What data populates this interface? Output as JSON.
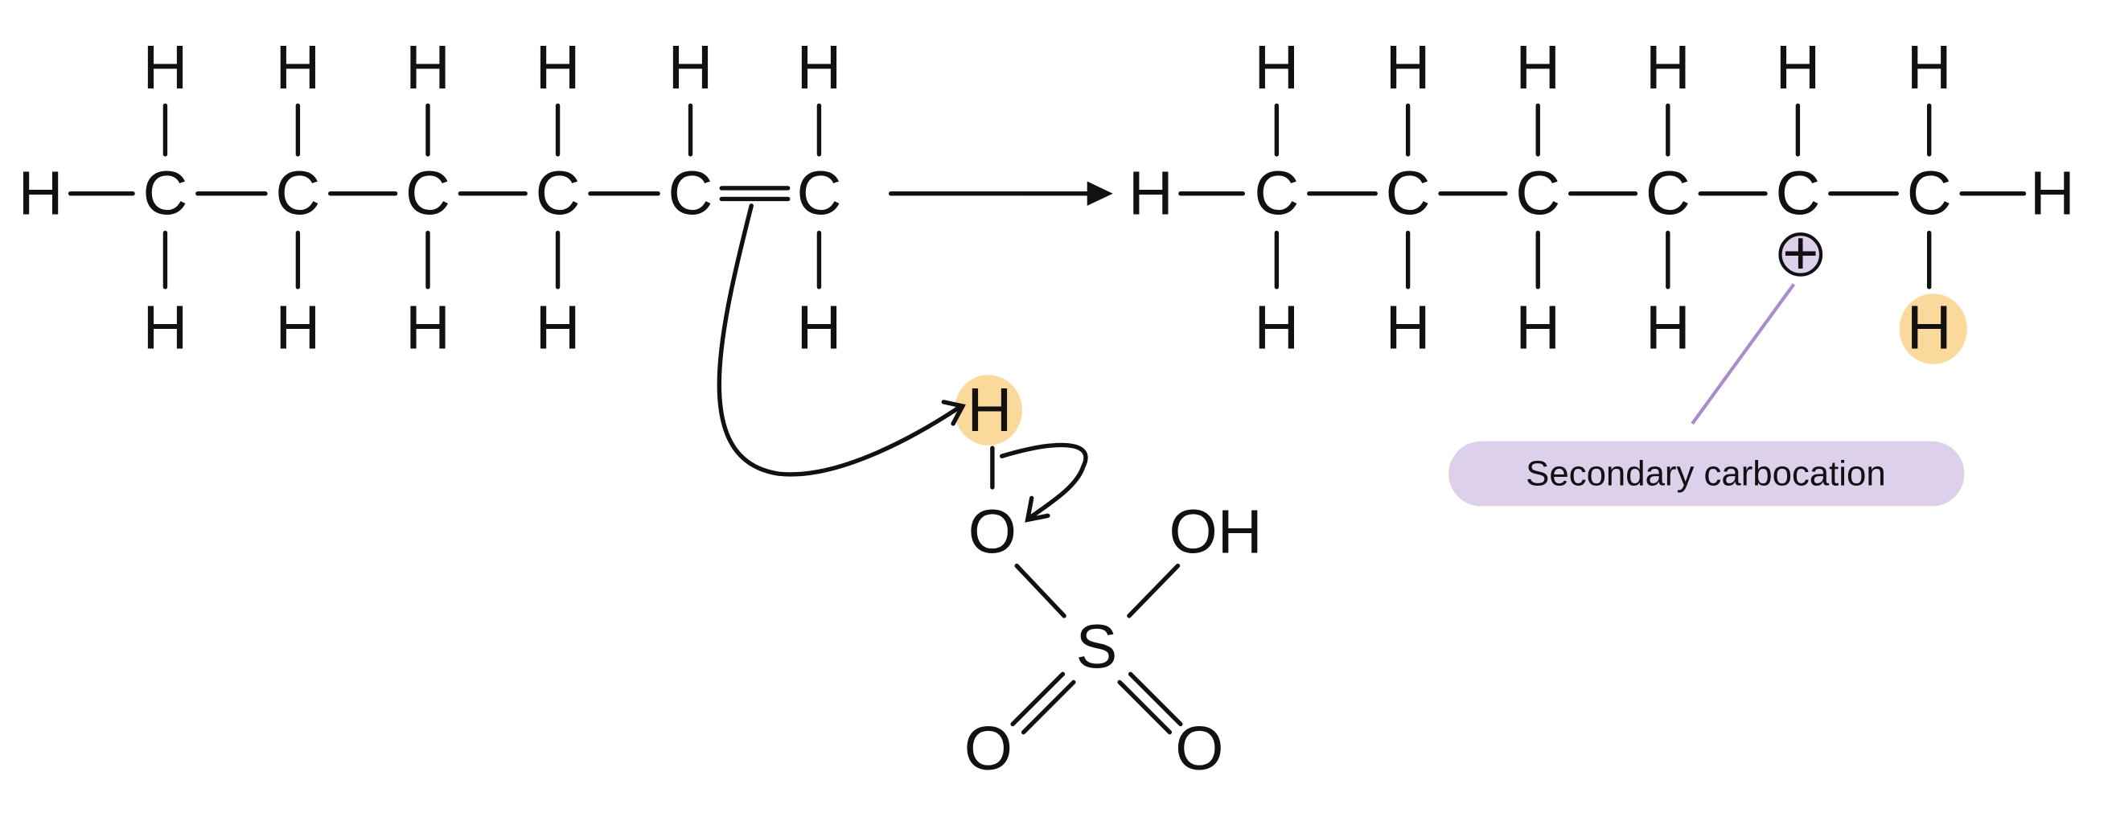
{
  "labels": {
    "hydrogen": "H",
    "carbon": "C",
    "oxygen": "O",
    "sulfur": "S",
    "hydroxyl": "OH",
    "charge": "+"
  },
  "annotation": {
    "text": "Secondary carbocation"
  },
  "colors": {
    "highlight": "#fbd99a",
    "annotation_fill": "#ddd0ea",
    "annotation_line": "#a98bd0",
    "charge_fill": "#ddd0ea",
    "ink": "#111111"
  }
}
